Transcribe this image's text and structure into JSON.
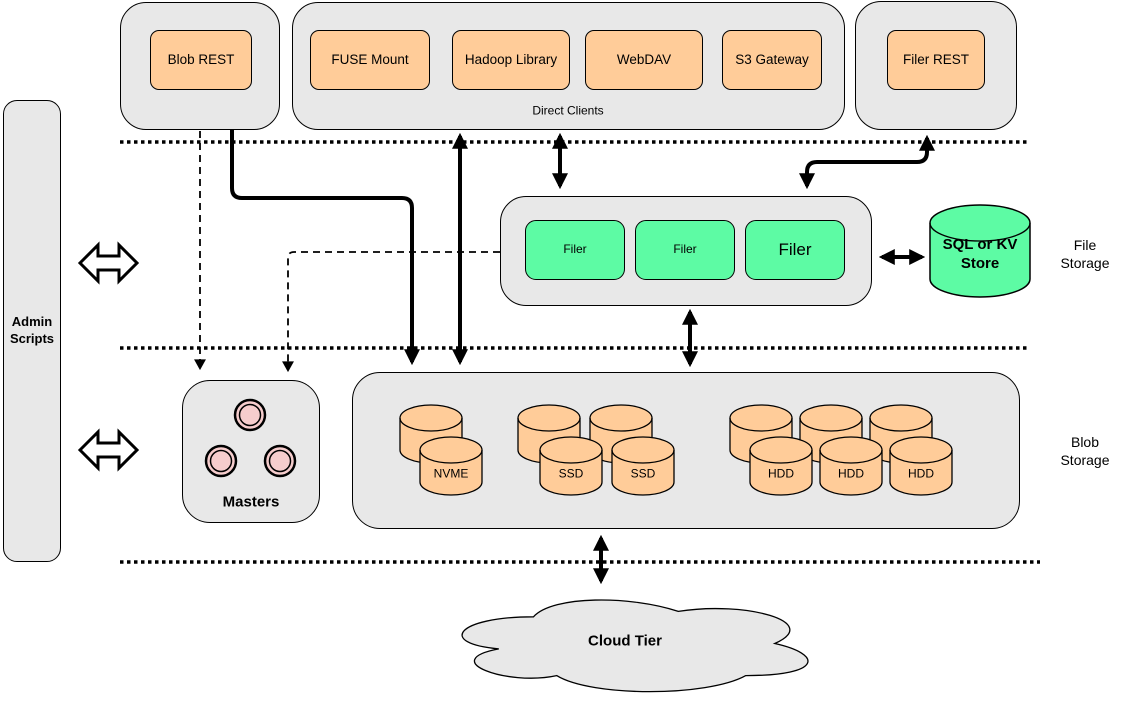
{
  "colors": {
    "container_fill": "#E8E8E8",
    "client_fill": "#FFCC99",
    "filer_fill": "#5DFBA4",
    "master_fill": "#F6CDCD",
    "line": "#000000"
  },
  "admin": {
    "label": "Admin Scripts"
  },
  "top": {
    "blob_rest": "Blob REST",
    "direct_clients_label": "Direct Clients",
    "clients": [
      "FUSE Mount",
      "Hadoop Library",
      "WebDAV",
      "S3 Gateway"
    ],
    "filer_rest": "Filer REST"
  },
  "file_storage": {
    "tier_label": "File Storage",
    "filers": [
      "Filer",
      "Filer",
      "Filer"
    ],
    "kv_store": "SQL or KV Store"
  },
  "blob_storage": {
    "tier_label": "Blob Storage",
    "masters_label": "Masters",
    "volumes": [
      "NVME",
      "SSD",
      "SSD",
      "HDD",
      "HDD",
      "HDD"
    ]
  },
  "cloud": {
    "label": "Cloud Tier"
  }
}
